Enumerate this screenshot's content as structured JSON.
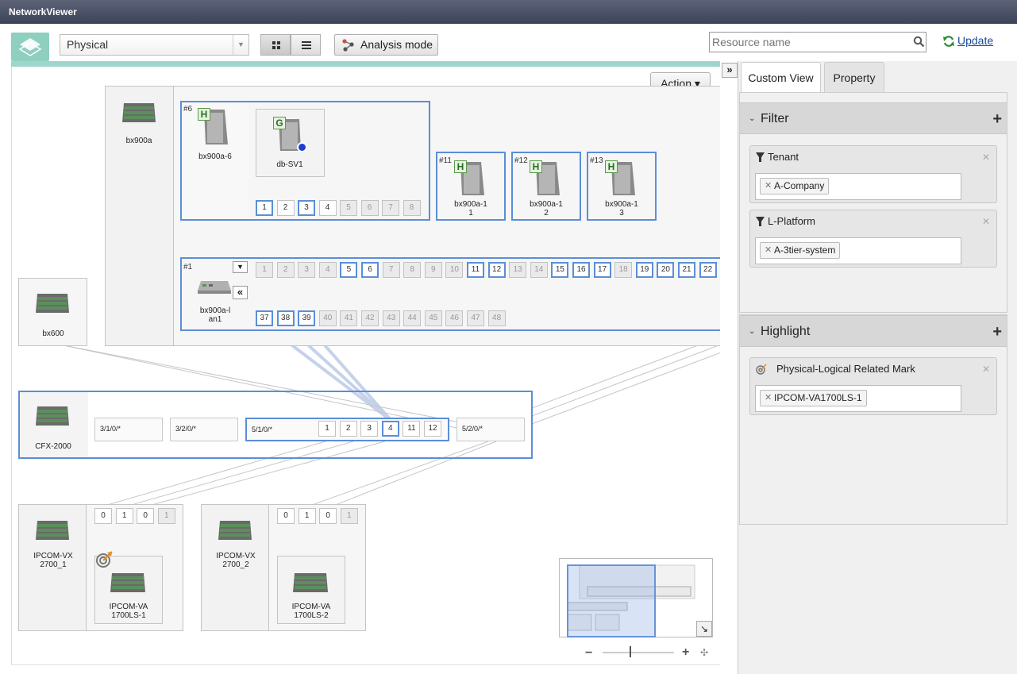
{
  "app": {
    "title": "NetworkViewer"
  },
  "toolbar": {
    "view_select": "Physical",
    "analysis_label": "Analysis mode",
    "search_placeholder": "Resource name",
    "update_label": "Update"
  },
  "canvas": {
    "action_label": "Action",
    "nodes": {
      "bx900a": "bx900a",
      "bx900a_6": "bx900a-6",
      "db_sv1": "db-SV1",
      "bx900a_11": "bx900a-1\n1",
      "bx900a_12": "bx900a-1\n2",
      "bx900a_13": "bx900a-1\n3",
      "bx900a_lan1": "bx900a-l\nan1",
      "bx600": "bx600",
      "cfx2000": "CFX-2000",
      "ipcom_vx_1": "IPCOM-VX\n2700_1",
      "ipcom_vx_2": "IPCOM-VX\n2700_2",
      "ipcom_va_1": "IPCOM-VA\n1700LS-1",
      "ipcom_va_2": "IPCOM-VA\n1700LS-2"
    },
    "slot_numbers": {
      "s6": "#6",
      "s11": "#11",
      "s12": "#12",
      "s13": "#13",
      "s1": "#1"
    },
    "blade_badges": {
      "h": "H",
      "g": "G"
    },
    "bx900a_6_ports": [
      "1",
      "2",
      "3",
      "4",
      "5",
      "6",
      "7",
      "8"
    ],
    "lan_ports_row1": [
      "1",
      "2",
      "3",
      "4",
      "5",
      "6",
      "7",
      "8",
      "9",
      "10",
      "11",
      "12",
      "13",
      "14",
      "15",
      "16",
      "17",
      "18",
      "19",
      "20",
      "21",
      "22"
    ],
    "lan_ports_row2": [
      "37",
      "38",
      "39",
      "40",
      "41",
      "42",
      "43",
      "44",
      "45",
      "46",
      "47",
      "48"
    ],
    "cfx_lanes": [
      "3/1/0/*",
      "3/2/0/*",
      "5/1/0/*",
      "5/2/0/*"
    ],
    "cfx_ports": [
      "1",
      "2",
      "3",
      "4",
      "11",
      "12"
    ],
    "ipcom1_ports": [
      "0",
      "1",
      "0",
      "1"
    ],
    "ipcom2_ports": [
      "0",
      "1",
      "0",
      "1"
    ]
  },
  "panel": {
    "tabs": {
      "custom_view": "Custom View",
      "property": "Property"
    },
    "filter": {
      "title": "Filter",
      "items": [
        {
          "title": "Tenant",
          "value": "A-Company"
        },
        {
          "title": "L-Platform",
          "value": "A-3tier-system"
        }
      ]
    },
    "highlight": {
      "title": "Highlight",
      "items": [
        {
          "title": "Physical-Logical Related Mark",
          "value": "IPCOM-VA1700LS-1"
        }
      ]
    }
  },
  "colors": {
    "accent": "#5b8ed8",
    "teal": "#9fd6cc",
    "titlebar": "#3c4258"
  }
}
